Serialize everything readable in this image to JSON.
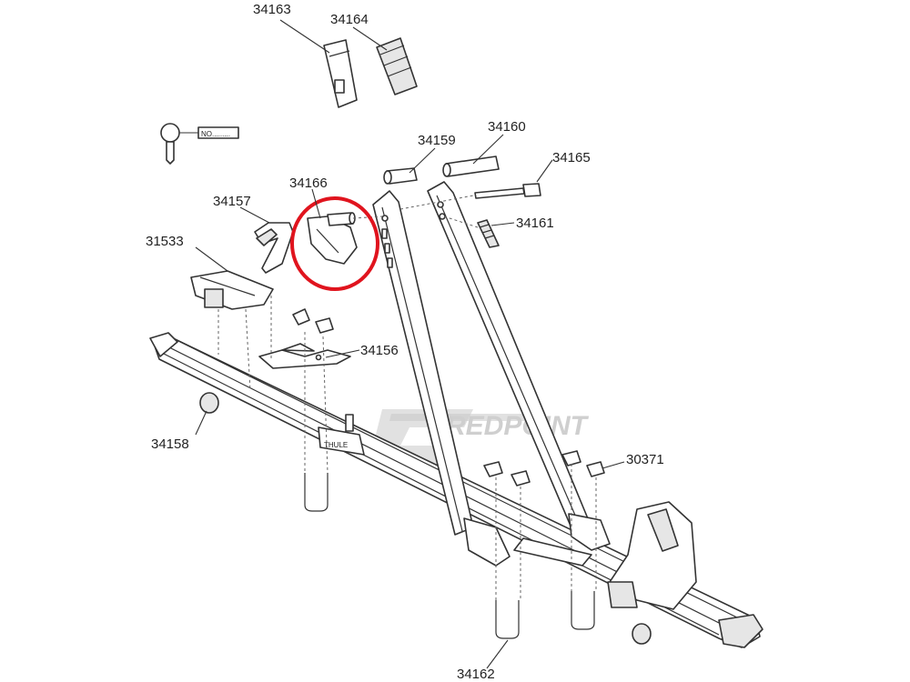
{
  "labels": {
    "p34163": "34163",
    "p34164": "34164",
    "p34159": "34159",
    "p34160": "34160",
    "p34165": "34165",
    "p34166": "34166",
    "p34157": "34157",
    "p34161": "34161",
    "p31533": "31533",
    "p34156": "34156",
    "p34158": "34158",
    "p30371": "30371",
    "p34162": "34162"
  },
  "key_tag": "NO.........",
  "brand_mark": "THULE",
  "watermark": "REDPOINT",
  "highlight_color": "#e0141e"
}
